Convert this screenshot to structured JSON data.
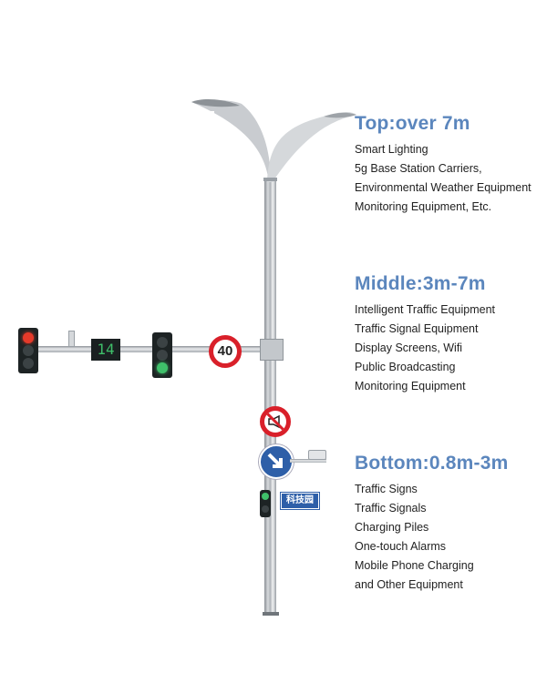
{
  "sections": [
    {
      "title": "Top:over 7m",
      "items": [
        "Smart Lighting",
        "5g Base Station Carriers,",
        "Environmental Weather Equipment",
        "Monitoring Equipment, Etc."
      ]
    },
    {
      "title": "Middle:3m-7m",
      "items": [
        "Intelligent Traffic Equipment",
        "Traffic Signal Equipment",
        "Display Screens, Wifi",
        "Public Broadcasting",
        "Monitoring Equipment"
      ]
    },
    {
      "title": "Bottom:0.8m-3m",
      "items": [
        "Traffic Signs",
        "Traffic Signals",
        "Charging Piles",
        "One-touch Alarms",
        "Mobile Phone Charging",
        "and Other Equipment"
      ]
    }
  ],
  "illustration": {
    "speed_limit": "40",
    "countdown_display": "14",
    "street_sign": "科技园",
    "colors": {
      "title_blue": "#5b86bd",
      "sign_red": "#d9202a",
      "sign_blue": "#2e5fa8",
      "signal_green": "#3fbf6a",
      "signal_red": "#e53a2a"
    }
  }
}
